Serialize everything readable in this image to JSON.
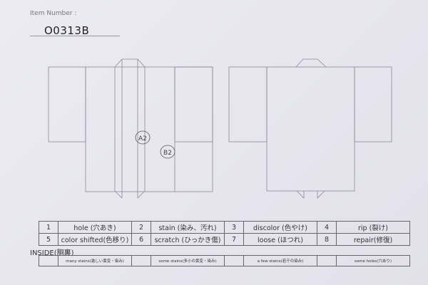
{
  "header": {
    "item_number_label": "Item Number :",
    "item_number_value": "O0313B"
  },
  "diagram": {
    "front": {
      "annotations": [
        {
          "label": "A2"
        },
        {
          "label": "B2"
        }
      ]
    },
    "back": {}
  },
  "legend": {
    "rows": [
      [
        {
          "num": "1",
          "label": "hole (穴あき)"
        },
        {
          "num": "2",
          "label": "stain (染み、汚れ)"
        },
        {
          "num": "3",
          "label": "discolor (色やけ)"
        },
        {
          "num": "4",
          "label": "rip (裂け)"
        }
      ],
      [
        {
          "num": "5",
          "label": "color shifted(色移り)"
        },
        {
          "num": "6",
          "label": "scratch (ひっかき傷)"
        },
        {
          "num": "7",
          "label": "loose (ほつれ)"
        },
        {
          "num": "8",
          "label": "repair(修復)"
        }
      ]
    ]
  },
  "inside": {
    "title": "INSIDE(胴裏)",
    "options": [
      {
        "label": "many stains(激しい黄変・染み)"
      },
      {
        "label": "some stains(多小の黄変・染み)"
      },
      {
        "label": "a few stains(若干の染み)"
      },
      {
        "label": "some holes(穴あり)"
      }
    ]
  }
}
